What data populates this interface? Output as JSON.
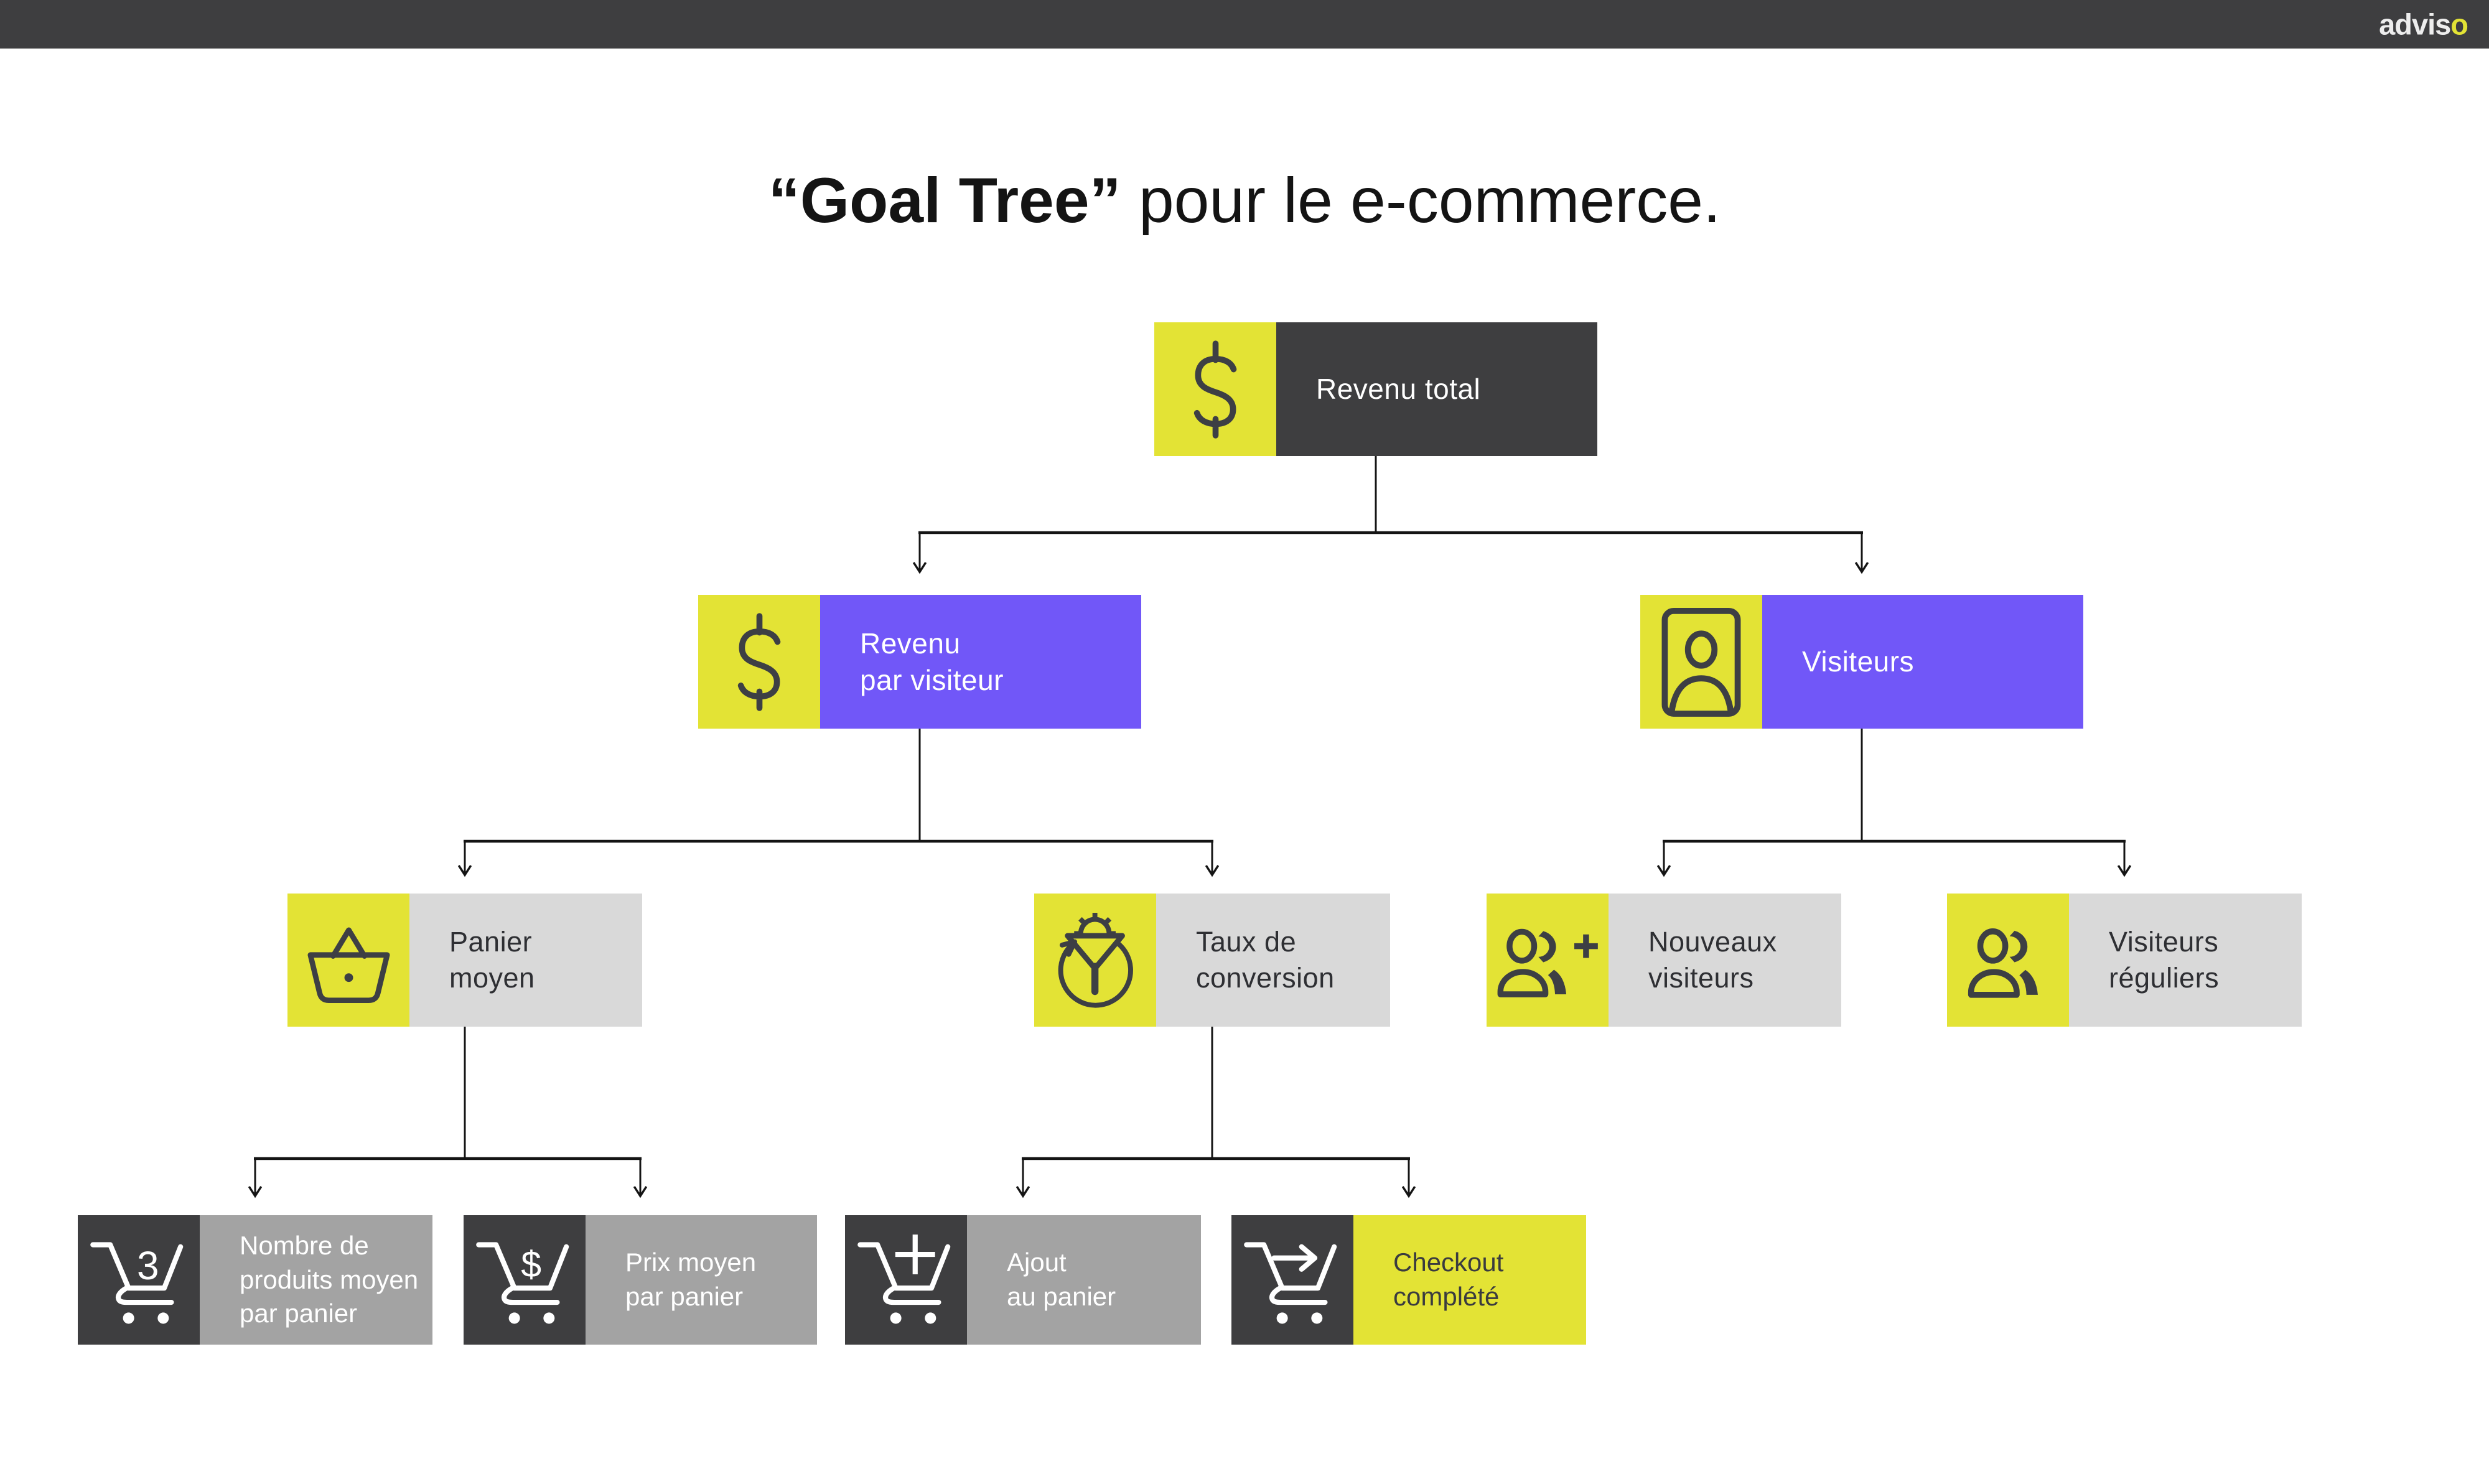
{
  "topbar": {
    "logo_prefix": "advis",
    "logo_accent": "o"
  },
  "title": {
    "emphasis": "“Goal Tree”",
    "rest": " pour le e-commerce."
  },
  "colors": {
    "accent_yellow": "#e3e335",
    "purple": "#7157f8",
    "dark_gray": "#3e3e40",
    "light_gray": "#d9d9d9",
    "mid_gray": "#a3a3a3",
    "connector": "#141414"
  },
  "nodes": {
    "revenu_total": {
      "label": "Revenu total",
      "icon": "dollar-icon"
    },
    "revenu_par_visiteur": {
      "label": "Revenu\npar visiteur",
      "icon": "dollar-icon"
    },
    "visiteurs": {
      "label": "Visiteurs",
      "icon": "visitor-portrait-icon"
    },
    "panier_moyen": {
      "label": "Panier\nmoyen",
      "icon": "basket-icon"
    },
    "taux_de_conversion": {
      "label": "Taux de\nconversion",
      "icon": "conversion-funnel-icon"
    },
    "nouveaux_visiteurs": {
      "label": "Nouveaux\nvisiteurs",
      "icon": "new-visitors-icon"
    },
    "visiteurs_reguliers": {
      "label": "Visiteurs\nréguliers",
      "icon": "returning-visitors-icon"
    },
    "nombre_produits": {
      "label": "Nombre de\nproduits moyen\npar panier",
      "icon": "cart-quantity-icon",
      "badge": "3"
    },
    "prix_moyen": {
      "label": "Prix moyen\npar panier",
      "icon": "cart-price-icon",
      "badge": "$"
    },
    "ajout_panier": {
      "label": "Ajout\nau panier",
      "icon": "cart-add-icon"
    },
    "checkout_complete": {
      "label": "Checkout\ncomplété",
      "icon": "cart-checkout-icon"
    }
  }
}
